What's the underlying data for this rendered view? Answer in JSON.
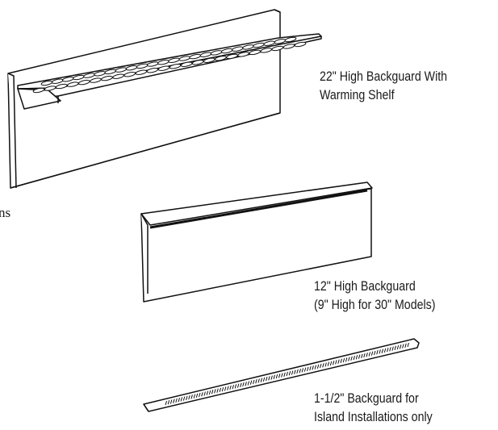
{
  "labels": {
    "warming_shelf": [
      "22\" High Backguard With",
      "Warming Shelf"
    ],
    "high_backguard": [
      "12\" High Backguard",
      "(9\" High for 30\" Models)"
    ],
    "island_backguard": [
      "1-1/2\" Backguard for",
      "Island Installations only"
    ]
  },
  "edge_fragment": "ns",
  "colors": {
    "line": "#111111",
    "fill": "#ffffff"
  }
}
